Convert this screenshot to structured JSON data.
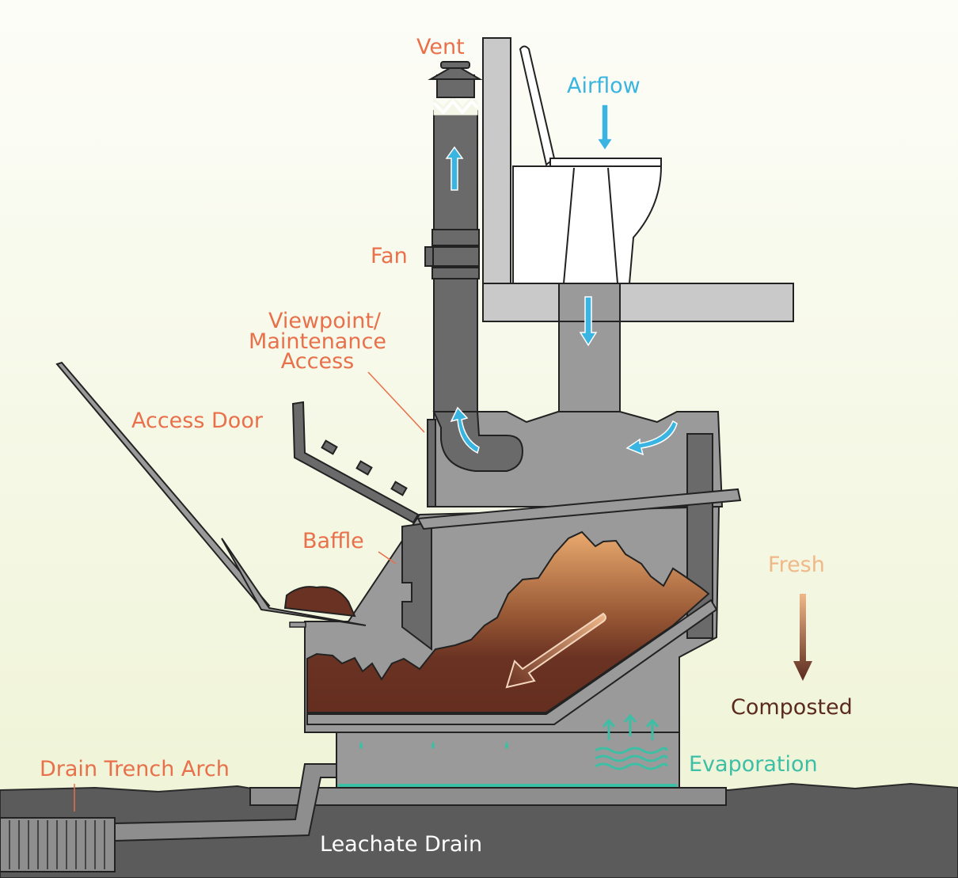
{
  "labels": {
    "vent": "Vent",
    "airflow": "Airflow",
    "fan": "Fan",
    "viewpoint_line1": "Viewpoint/",
    "viewpoint_line2": "Maintenance",
    "viewpoint_line3": "Access",
    "access_door": "Access Door",
    "baffle": "Baffle",
    "fresh": "Fresh",
    "composted": "Composted",
    "evaporation": "Evaporation",
    "drain_trench_arch": "Drain Trench Arch",
    "leachate_drain": "Leachate Drain"
  },
  "colors": {
    "label_orange": "#e8704a",
    "airflow_blue": "#3ab4e0",
    "evaporation_teal": "#3dbfa5",
    "fresh": "#f0b888",
    "composted": "#5a2a1e",
    "structure_gray": "#9a9a9a",
    "pipe_gray": "#6a6a6a",
    "ground": "#5b5b5b"
  }
}
